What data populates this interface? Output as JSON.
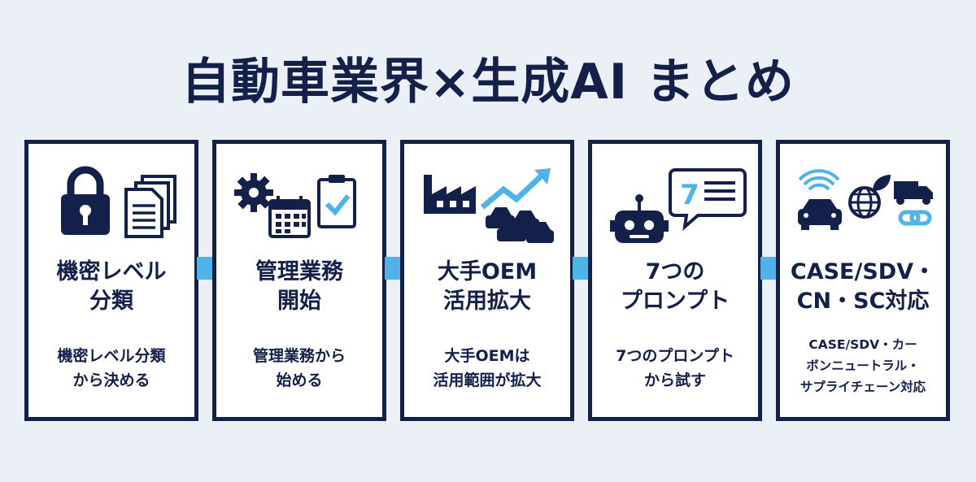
{
  "title": "自動車業界×生成AI まとめ",
  "colors": {
    "navy": "#13204a",
    "accent": "#4fb3e8",
    "background": "#eaf0f6"
  },
  "cards": [
    {
      "heading": [
        "機密レベル",
        "分類"
      ],
      "body": [
        "機密レベル分類",
        "から決める"
      ],
      "icons": [
        "lock-icon",
        "documents-icon"
      ]
    },
    {
      "heading": [
        "管理業務",
        "開始"
      ],
      "body": [
        "管理業務から",
        "始める"
      ],
      "icons": [
        "gear-icon",
        "calendar-icon",
        "clipboard-check-icon"
      ]
    },
    {
      "heading": [
        "大手OEM",
        "活用拡大"
      ],
      "body": [
        "大手OEMは",
        "活用範囲が拡大"
      ],
      "icons": [
        "factory-icon",
        "trend-arrow-icon",
        "cars-icon"
      ]
    },
    {
      "heading": [
        "7つの",
        "プロンプト"
      ],
      "body": [
        "7つのプロンプト",
        "から試す"
      ],
      "icons": [
        "robot-icon",
        "chat-bubble-icon"
      ],
      "bubble_number": "7"
    },
    {
      "heading": [
        "CASE/SDV・",
        "CN・SC対応"
      ],
      "body": [
        "CASE/SDV・カー",
        "ボンニュートラル・",
        "サプライチェーン対応"
      ],
      "icons": [
        "connected-car-icon",
        "globe-leaf-icon",
        "truck-icon",
        "chain-link-icon"
      ]
    }
  ]
}
